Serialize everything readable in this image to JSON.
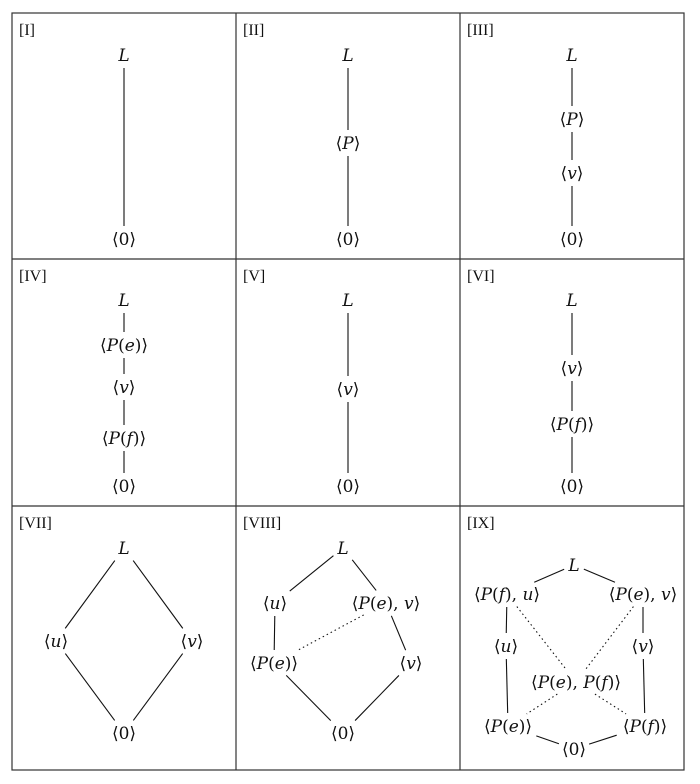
{
  "panels": [
    {
      "label": "[I]",
      "nodes": [
        {
          "id": "L",
          "text": "L"
        },
        {
          "id": "0",
          "text": "⟨0⟩"
        }
      ],
      "edges": [
        [
          "L",
          "0",
          "solid"
        ]
      ]
    },
    {
      "label": "[II]",
      "nodes": [
        {
          "id": "L",
          "text": "L"
        },
        {
          "id": "P",
          "text": "⟨P⟩"
        },
        {
          "id": "0",
          "text": "⟨0⟩"
        }
      ],
      "edges": [
        [
          "L",
          "P",
          "solid"
        ],
        [
          "P",
          "0",
          "solid"
        ]
      ]
    },
    {
      "label": "[III]",
      "nodes": [
        {
          "id": "L",
          "text": "L"
        },
        {
          "id": "P",
          "text": "⟨P⟩"
        },
        {
          "id": "v",
          "text": "⟨v⟩"
        },
        {
          "id": "0",
          "text": "⟨0⟩"
        }
      ],
      "edges": [
        [
          "L",
          "P",
          "solid"
        ],
        [
          "P",
          "v",
          "solid"
        ],
        [
          "v",
          "0",
          "solid"
        ]
      ]
    },
    {
      "label": "[IV]",
      "nodes": [
        {
          "id": "L",
          "text": "L"
        },
        {
          "id": "Pe",
          "text": "⟨P(e)⟩"
        },
        {
          "id": "v",
          "text": "⟨v⟩"
        },
        {
          "id": "Pf",
          "text": "⟨P(f)⟩"
        },
        {
          "id": "0",
          "text": "⟨0⟩"
        }
      ],
      "edges": [
        [
          "L",
          "Pe",
          "solid"
        ],
        [
          "Pe",
          "v",
          "solid"
        ],
        [
          "v",
          "Pf",
          "solid"
        ],
        [
          "Pf",
          "0",
          "solid"
        ]
      ]
    },
    {
      "label": "[V]",
      "nodes": [
        {
          "id": "L",
          "text": "L"
        },
        {
          "id": "v",
          "text": "⟨v⟩"
        },
        {
          "id": "0",
          "text": "⟨0⟩"
        }
      ],
      "edges": [
        [
          "L",
          "v",
          "solid"
        ],
        [
          "v",
          "0",
          "solid"
        ]
      ]
    },
    {
      "label": "[VI]",
      "nodes": [
        {
          "id": "L",
          "text": "L"
        },
        {
          "id": "v",
          "text": "⟨v⟩"
        },
        {
          "id": "Pf",
          "text": "⟨P(f)⟩"
        },
        {
          "id": "0",
          "text": "⟨0⟩"
        }
      ],
      "edges": [
        [
          "L",
          "v",
          "solid"
        ],
        [
          "v",
          "Pf",
          "solid"
        ],
        [
          "Pf",
          "0",
          "solid"
        ]
      ]
    },
    {
      "label": "[VII]",
      "nodes": [
        {
          "id": "L",
          "text": "L"
        },
        {
          "id": "u",
          "text": "⟨u⟩"
        },
        {
          "id": "v",
          "text": "⟨v⟩"
        },
        {
          "id": "0",
          "text": "⟨0⟩"
        }
      ],
      "edges": [
        [
          "L",
          "u",
          "solid"
        ],
        [
          "L",
          "v",
          "solid"
        ],
        [
          "u",
          "0",
          "solid"
        ],
        [
          "v",
          "0",
          "solid"
        ]
      ]
    },
    {
      "label": "[VIII]",
      "nodes": [
        {
          "id": "L",
          "text": "L"
        },
        {
          "id": "u",
          "text": "⟨u⟩"
        },
        {
          "id": "Pev",
          "text": "⟨P(e), v⟩"
        },
        {
          "id": "Pe",
          "text": "⟨P(e)⟩"
        },
        {
          "id": "v",
          "text": "⟨v⟩"
        },
        {
          "id": "0",
          "text": "⟨0⟩"
        }
      ],
      "edges": [
        [
          "L",
          "u",
          "solid"
        ],
        [
          "L",
          "Pev",
          "solid"
        ],
        [
          "u",
          "Pe",
          "solid"
        ],
        [
          "Pev",
          "v",
          "solid"
        ],
        [
          "Pev",
          "Pe",
          "dotted"
        ],
        [
          "Pe",
          "0",
          "solid"
        ],
        [
          "v",
          "0",
          "solid"
        ]
      ]
    },
    {
      "label": "[IX]",
      "nodes": [
        {
          "id": "L",
          "text": "L"
        },
        {
          "id": "Pfu",
          "text": "⟨P(f), u⟩"
        },
        {
          "id": "Pev",
          "text": "⟨P(e), v⟩"
        },
        {
          "id": "u",
          "text": "⟨u⟩"
        },
        {
          "id": "v",
          "text": "⟨v⟩"
        },
        {
          "id": "PePf",
          "text": "⟨P(e), P(f)⟩"
        },
        {
          "id": "Pe",
          "text": "⟨P(e)⟩"
        },
        {
          "id": "Pf",
          "text": "⟨P(f)⟩"
        },
        {
          "id": "0",
          "text": "⟨0⟩"
        }
      ],
      "edges": [
        [
          "L",
          "Pfu",
          "solid"
        ],
        [
          "L",
          "Pev",
          "solid"
        ],
        [
          "Pfu",
          "u",
          "solid"
        ],
        [
          "Pev",
          "v",
          "solid"
        ],
        [
          "u",
          "Pe",
          "solid"
        ],
        [
          "v",
          "Pf",
          "solid"
        ],
        [
          "Pfu",
          "PePf",
          "dotted"
        ],
        [
          "Pev",
          "PePf",
          "dotted"
        ],
        [
          "PePf",
          "Pe",
          "dotted"
        ],
        [
          "PePf",
          "Pf",
          "dotted"
        ],
        [
          "Pe",
          "0",
          "solid"
        ],
        [
          "Pf",
          "0",
          "solid"
        ]
      ]
    }
  ]
}
